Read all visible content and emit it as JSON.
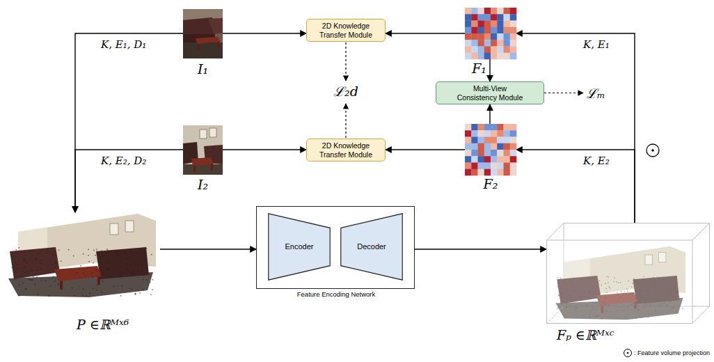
{
  "diagram": {
    "nodes": [
      {
        "text": [
          "I₁"
        ]
      },
      {
        "text": [
          "2D Knowledge Transfer Module"
        ]
      },
      {
        "text": [
          "F₁"
        ]
      },
      {
        "text": [
          "Multi-View Consistency Module"
        ]
      },
      {
        "text": [
          "I₂"
        ]
      },
      {
        "text": [
          "2D Knowledge Transfer Module"
        ]
      },
      {
        "text": [
          "F₂"
        ]
      },
      {
        "text": [
          "P ∈ℝᴹˣ⁶"
        ]
      },
      {
        "text": [
          "Feature Encoding Network"
        ]
      },
      {
        "text": [
          "Encoder"
        ],
        "in": 8
      },
      {
        "text": [
          "Decoder"
        ],
        "in": 8
      },
      {
        "text": [
          "Fₚ ∈ℝᴹˣᶜ"
        ]
      }
    ],
    "edges": [
      {
        "from": 0,
        "to": 1,
        "arrow": "to"
      },
      {
        "from": 2,
        "to": 1,
        "arrow": "to"
      },
      {
        "from": 2,
        "to": 3,
        "arrow": "to"
      },
      {
        "from": 6,
        "to": 3,
        "arrow": "to"
      },
      {
        "from": 6,
        "to": 5,
        "arrow": "to"
      },
      {
        "from": 4,
        "to": 5,
        "arrow": "to"
      },
      {
        "from": 11,
        "to": 2,
        "label": "K, E₁",
        "arrow": "to"
      },
      {
        "from": 11,
        "to": 6,
        "label": "K, E₂",
        "arrow": "to"
      },
      {
        "from": 0,
        "to": 7,
        "label": "K, E₁, D₁",
        "arrow": "to"
      },
      {
        "from": 4,
        "to": 7,
        "label": "K, E₂, D₂",
        "arrow": "to"
      },
      {
        "from": 7,
        "to": 8,
        "arrow": "to"
      },
      {
        "from": 8,
        "to": 11,
        "arrow": "to"
      }
    ],
    "labels": [
      "ℒ₂d",
      "ℒₘ"
    ],
    "legend": [
      {
        "text": ": Feature volume projection"
      }
    ]
  }
}
